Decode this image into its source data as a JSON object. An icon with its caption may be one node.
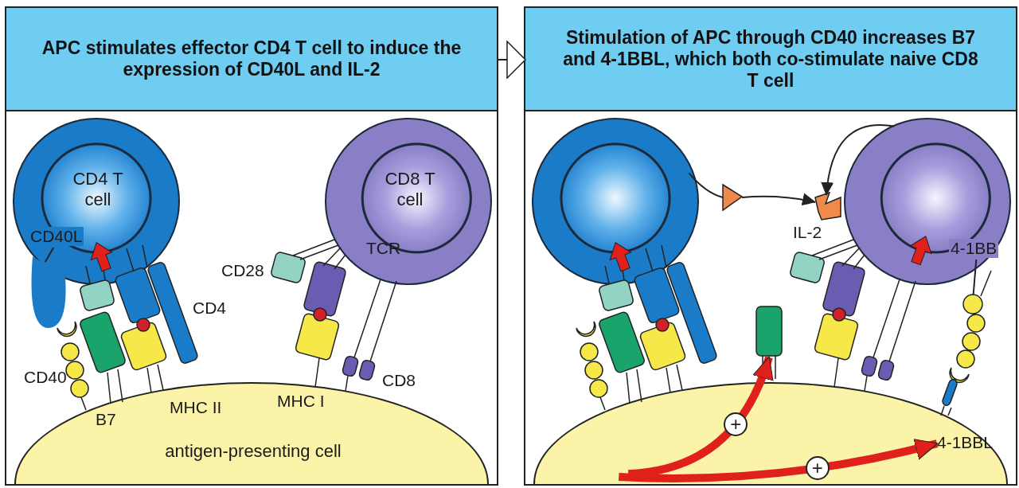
{
  "diagram": {
    "nodes": [
      {
        "text": [
          "APC stimulates effector CD4 T cell to induce the expression of CD40L and IL-2"
        ]
      },
      {
        "text": [
          "Stimulation of APC through CD40 increases B7 and 4-1BBL, which both co-stimulate naive CD8 T cell"
        ]
      },
      {
        "text": [
          "CD4 T cell"
        ]
      },
      {
        "text": [
          "CD8 T cell"
        ]
      },
      {
        "text": [
          "antigen-presenting cell"
        ]
      },
      {
        "text": [
          "CD40L"
        ],
        "in": 2
      },
      {
        "text": [],
        "shape": "picture"
      },
      {
        "text": [],
        "shape": "circle"
      },
      {
        "text": [],
        "shape": "circle"
      },
      {
        "text": [],
        "shape": "circle"
      },
      {
        "text": [],
        "shape": "picture"
      },
      {
        "text": [],
        "shape": "picture"
      },
      {
        "text": [],
        "shape": "picture"
      },
      {
        "text": [
          "4-1BBL"
        ],
        "in": 9
      },
      {
        "text": [
          "4-1BB"
        ],
        "in": 8
      },
      {
        "text": [],
        "shape": "picture"
      }
    ],
    "edges": [
      {
        "from": 0,
        "to": 1,
        "arrow": "to"
      },
      {
        "from": 5,
        "to": 6,
        "arrow": "none"
      },
      {
        "from": 7,
        "to": 10,
        "arrow": "none"
      },
      {
        "from": 10,
        "to": 11,
        "arrow": "to"
      },
      {
        "from": 8,
        "to": 11,
        "arrow": "to"
      },
      {
        "from": 9,
        "to": 12,
        "arrow": "to",
        "label": "+",
        "style": "thick",
        "color": "#e0201b"
      },
      {
        "from": 9,
        "to": 13,
        "arrow": "to",
        "label": "+",
        "style": "thick",
        "color": "#e0201b"
      },
      {
        "from": 14,
        "to": 15,
        "arrow": "none"
      }
    ],
    "labels": [
      "TCR",
      "CD28",
      "CD4",
      "CD40",
      "B7",
      "MHC II",
      "MHC I",
      "CD8",
      "IL-2"
    ]
  }
}
